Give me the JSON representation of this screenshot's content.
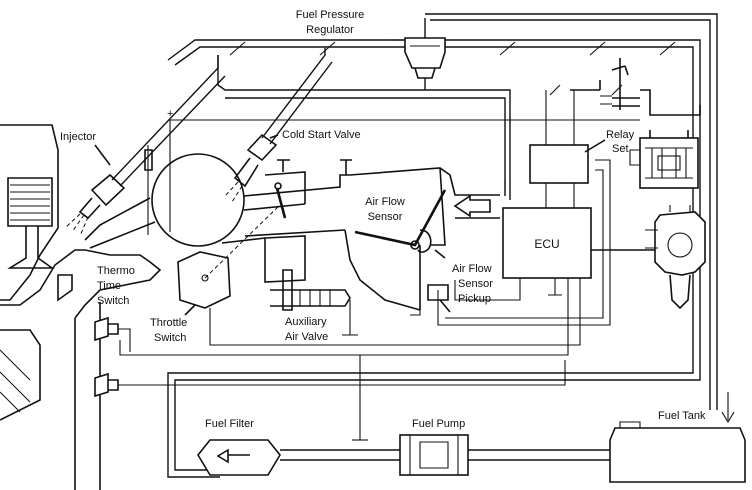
{
  "labels": {
    "fuel_pressure_regulator": [
      "Fuel Pressure",
      "Regulator"
    ],
    "injector": "Injector",
    "cold_start_valve": "Cold Start Valve",
    "relay_set": [
      "Relay",
      "Set"
    ],
    "air_flow_sensor": [
      "Air Flow",
      "Sensor"
    ],
    "ecu": "ECU",
    "air_flow_sensor_pickup": [
      "Air Flow",
      "Sensor",
      "Pickup"
    ],
    "thermo_time_switch": [
      "Thermo",
      "Time",
      "Switch"
    ],
    "throttle_switch": [
      "Throttle",
      "Switch"
    ],
    "auxiliary_air_valve": [
      "Auxiliary",
      "Air Valve"
    ],
    "fuel_filter": "Fuel Filter",
    "fuel_pump": "Fuel Pump",
    "fuel_tank": "Fuel Tank",
    "plus_sign": "+"
  }
}
